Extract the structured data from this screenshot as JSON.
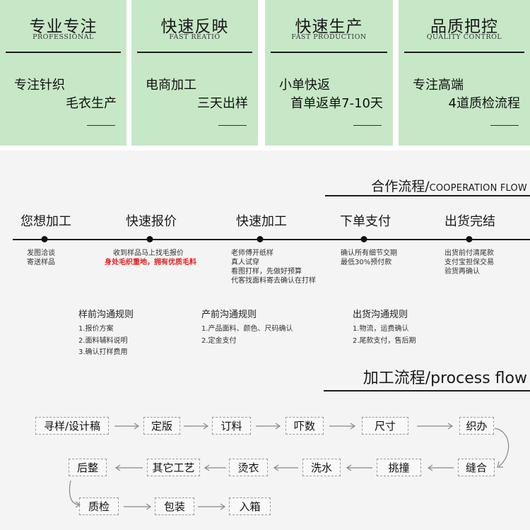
{
  "cards": [
    {
      "title": "专业专注",
      "sub": "PROFESSIONAL",
      "line1": "专注针织",
      "line2": "毛衣生产"
    },
    {
      "title": "快速反映",
      "sub": "FAST REATIO",
      "line1": "电商加工",
      "line2": "三天出样"
    },
    {
      "title": "快速生产",
      "sub": "FAST PRODUCTION",
      "line1": "小单快返",
      "line2": "首单返单7-10天"
    },
    {
      "title": "品质把控",
      "sub": "QUALITY CONTROL",
      "line1": "专注高端",
      "line2": "4道质检流程"
    }
  ],
  "cooperation": {
    "title_cn": "合作流程/",
    "title_en": "COOPERATION FLOW",
    "steps": [
      {
        "title": "您想加工",
        "desc": [
          "发图洽谈",
          "寄送样品"
        ]
      },
      {
        "title": "快速报价",
        "desc": [
          "收到样品马上找毛报价"
        ],
        "highlight": "身处毛织重地，拥有优质毛料"
      },
      {
        "title": "快速加工",
        "desc": [
          "老师傅开纸样",
          "真人试穿",
          "看图打样，先做好预算",
          "代客找面料寄去确认在打样"
        ]
      },
      {
        "title": "下单支付",
        "desc": [
          "确认所有细节交期",
          "最低30%预付款"
        ]
      },
      {
        "title": "出货完结",
        "desc": [
          "出货前付清尾款",
          "支付宝担保交易",
          "验货再确认"
        ]
      }
    ],
    "rules": [
      {
        "title": "样前沟通规则",
        "items": [
          "1.报价方案",
          "2.面料辅料说明",
          "3.确认打样费用"
        ]
      },
      {
        "title": "产前沟通规则",
        "items": [
          "1.产品面料、颜色、尺码确认",
          "2.定金支付"
        ]
      },
      {
        "title": "出货沟通规则",
        "items": [
          "1.物流，运费确认",
          "2.尾款支付，售后期"
        ]
      }
    ]
  },
  "process": {
    "title": "加工流程/process flow",
    "row1": [
      "寻样/设计稿",
      "定版",
      "订料",
      "吓数",
      "尺寸",
      "织办"
    ],
    "row2": [
      "后整",
      "其它工艺",
      "烫衣",
      "洗水",
      "挑撞",
      "缝合"
    ],
    "row3": [
      "质检",
      "包装",
      "入箱"
    ]
  },
  "colors": {
    "card_bg": "#c7e8c6",
    "accent_red": "#e12020",
    "line": "#1b1b1b"
  }
}
